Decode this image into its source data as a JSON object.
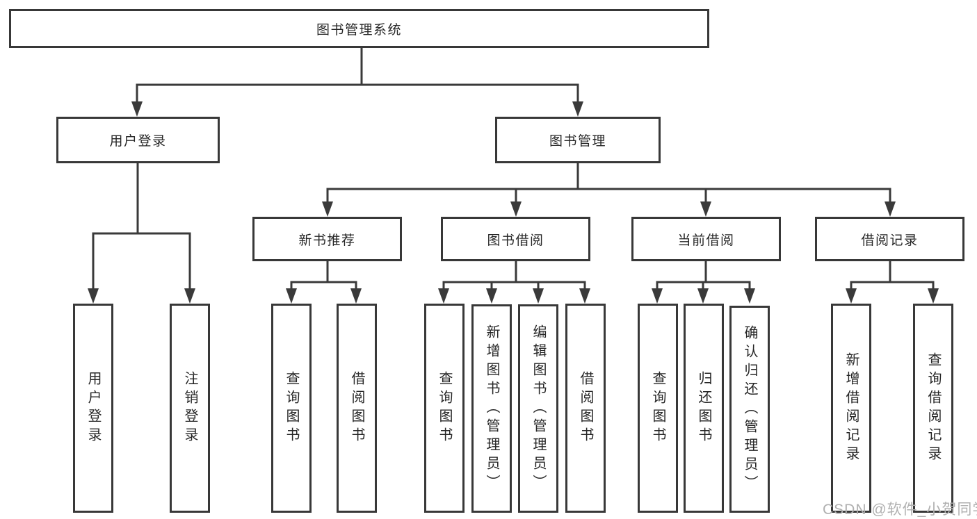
{
  "diagram": {
    "root": {
      "label": "图书管理系统"
    },
    "branches": [
      {
        "label": "用户登录",
        "children": [
          {
            "label": "用户登录"
          },
          {
            "label": "注销登录"
          }
        ]
      },
      {
        "label": "图书管理",
        "children": [
          {
            "label": "新书推荐",
            "children": [
              {
                "label": "查询图书"
              },
              {
                "label": "借阅图书"
              }
            ]
          },
          {
            "label": "图书借阅",
            "children": [
              {
                "label": "查询图书"
              },
              {
                "label": "新增图书（管理员）"
              },
              {
                "label": "编辑图书（管理员）"
              },
              {
                "label": "借阅图书"
              }
            ]
          },
          {
            "label": "当前借阅",
            "children": [
              {
                "label": "查询图书"
              },
              {
                "label": "归还图书"
              },
              {
                "label": "确认归还（管理员）"
              }
            ]
          },
          {
            "label": "借阅记录",
            "children": [
              {
                "label": "新增借阅记录"
              },
              {
                "label": "查询借阅记录"
              }
            ]
          }
        ]
      }
    ]
  },
  "watermark": "CSDN @软件_小贺同学",
  "colors": {
    "background": "#ffffff",
    "line": "#3a3a3a",
    "box_border": "#383838",
    "text": "#262626",
    "watermark": "#b0b0b0"
  }
}
